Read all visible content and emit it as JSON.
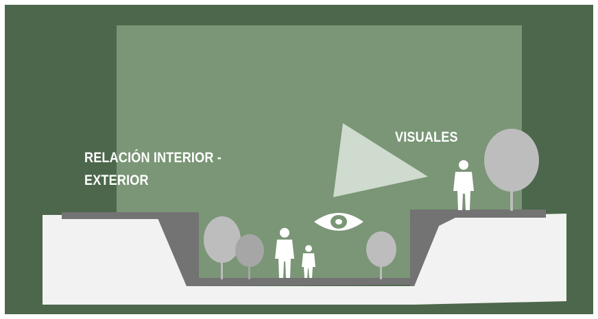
{
  "labels": {
    "relation_line1": "RELACIÓN INTERIOR -",
    "relation_line2": "EXTERIOR",
    "visuales": "VISUALES"
  },
  "colors": {
    "border_white": "#ffffff",
    "dark_green": "#4c674b",
    "light_green": "#7a9676",
    "ground": "#f2f2f2",
    "section_gray": "#737373",
    "tree_gray": "#bdbdbd",
    "tree_dark": "#a6a6a6",
    "view_cone": "#d0dbcf",
    "figure_white": "#ffffff"
  },
  "icons": [
    "eye-icon",
    "person-icon",
    "tree-icon",
    "view-cone-icon"
  ]
}
